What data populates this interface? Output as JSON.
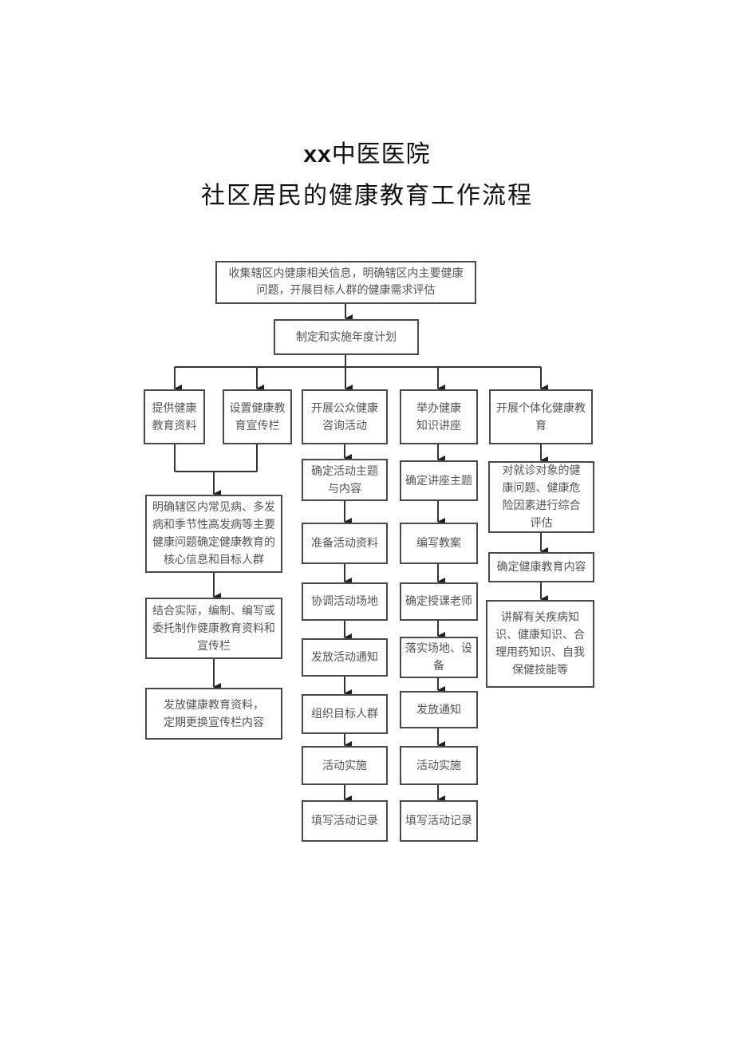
{
  "header": {
    "title_prefix": "xx",
    "title_org": "中医医院",
    "subtitle": "社区居民的健康教育工作流程"
  },
  "flow": {
    "top": {
      "collect": "收集辖区内健康相关信息，明确辖区内主要健康问题，开展目标人群的健康需求评估",
      "plan": "制定和实施年度计划"
    },
    "branches": {
      "b1": "提供健康教育资料",
      "b2": "设置健康教育宣传栏",
      "b3": "开展公众健康咨询活动",
      "b4": "举办健康知识讲座",
      "b5": "开展个体化健康教育"
    },
    "left_column": [
      "明确辖区内常见病、多发病和季节性高发病等主要健康问题确定健康教育的核心信息和目标人群",
      "结合实际，编制、编写或委托制作健康教育资料和宣传栏",
      "发放健康教育资料，定期更换宣传栏内容"
    ],
    "consult_column": [
      "确定活动主题与内容",
      "准备活动资料",
      "协调活动场地",
      "发放活动通知",
      "组织目标人群",
      "活动实施",
      "填写活动记录"
    ],
    "lecture_column": [
      "确定讲座主题",
      "编写教案",
      "确定授课老师",
      "落实场地、设备",
      "发放通知",
      "活动实施",
      "填写活动记录"
    ],
    "individual_column": [
      "对就诊对象的健康问题、健康危险因素进行综合评估",
      "确定健康教育内容",
      "讲解有关疾病知识、健康知识、合理用药知识、自我保健技能等"
    ]
  },
  "colors": {
    "line": "#333333",
    "box_border": "#4a4a4a",
    "box_text": "#555555"
  }
}
